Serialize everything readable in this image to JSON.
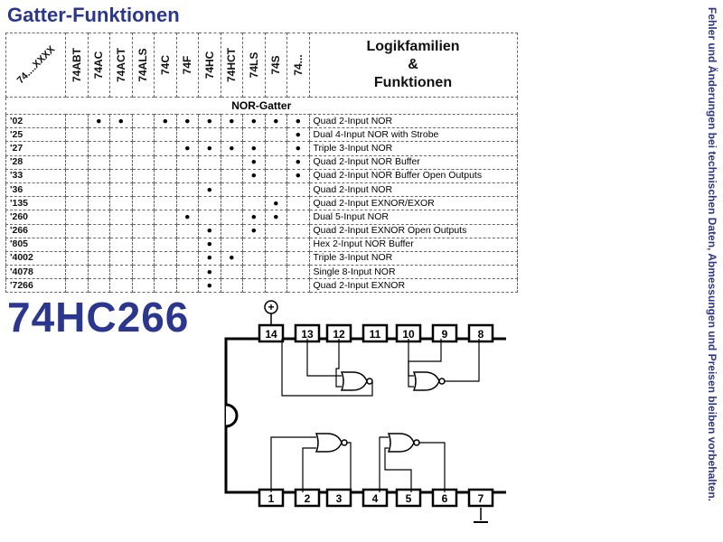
{
  "title": "Gatter-Funktionen",
  "table": {
    "corner_label": "74....XXXX",
    "families": [
      "74ABT",
      "74AC",
      "74ACT",
      "74ALS",
      "74C",
      "74F",
      "74HC",
      "74HCT",
      "74LS",
      "74S",
      "74..."
    ],
    "function_header_lines": [
      "Logikfamilien",
      "&",
      "Funktionen"
    ],
    "section": "NOR-Gatter",
    "dot_symbol": "●",
    "rows": [
      {
        "code": "'02",
        "families": [
          2,
          3,
          5,
          6,
          7,
          8,
          9,
          10,
          11
        ],
        "function": "Quad 2-Input NOR"
      },
      {
        "code": "'25",
        "families": [
          11
        ],
        "function": "Dual 4-Input NOR with Strobe"
      },
      {
        "code": "'27",
        "families": [
          6,
          7,
          8,
          9,
          11
        ],
        "function": "Triple 3-Input NOR"
      },
      {
        "code": "'28",
        "families": [
          9,
          11
        ],
        "function": "Quad 2-Input NOR Buffer"
      },
      {
        "code": "'33",
        "families": [
          9,
          11
        ],
        "function": "Quad 2-Input NOR Buffer Open Outputs"
      },
      {
        "code": "'36",
        "families": [
          7
        ],
        "function": "Quad 2-Input NOR"
      },
      {
        "code": "'135",
        "families": [
          10
        ],
        "function": "Quad 2-Input EXNOR/EXOR"
      },
      {
        "code": "'260",
        "families": [
          6,
          9,
          10
        ],
        "function": "Dual 5-Input NOR"
      },
      {
        "code": "'266",
        "families": [
          7,
          9
        ],
        "function": "Quad 2-Input EXNOR Open Outputs"
      },
      {
        "code": "'805",
        "families": [
          7
        ],
        "function": "Hex 2-Input NOR Buffer"
      },
      {
        "code": "'4002",
        "families": [
          7,
          8
        ],
        "function": "Triple 3-Input NOR"
      },
      {
        "code": "'4078",
        "families": [
          7
        ],
        "function": "Single 8-Input NOR"
      },
      {
        "code": "'7266",
        "families": [
          7
        ],
        "function": "Quad 2-Input EXNOR"
      }
    ]
  },
  "chip_name": "74HC266",
  "pinout": {
    "top_pins": [
      "14",
      "13",
      "12",
      "11",
      "10",
      "9",
      "8"
    ],
    "bottom_pins": [
      "1",
      "2",
      "3",
      "4",
      "5",
      "6",
      "7"
    ],
    "vcc_symbol": "+",
    "gnd_symbol": "⊥"
  },
  "side_note": "Fehler und Änderungen bei technischen Daten, Abmessungen und Preisen bleiben vorbehalten."
}
